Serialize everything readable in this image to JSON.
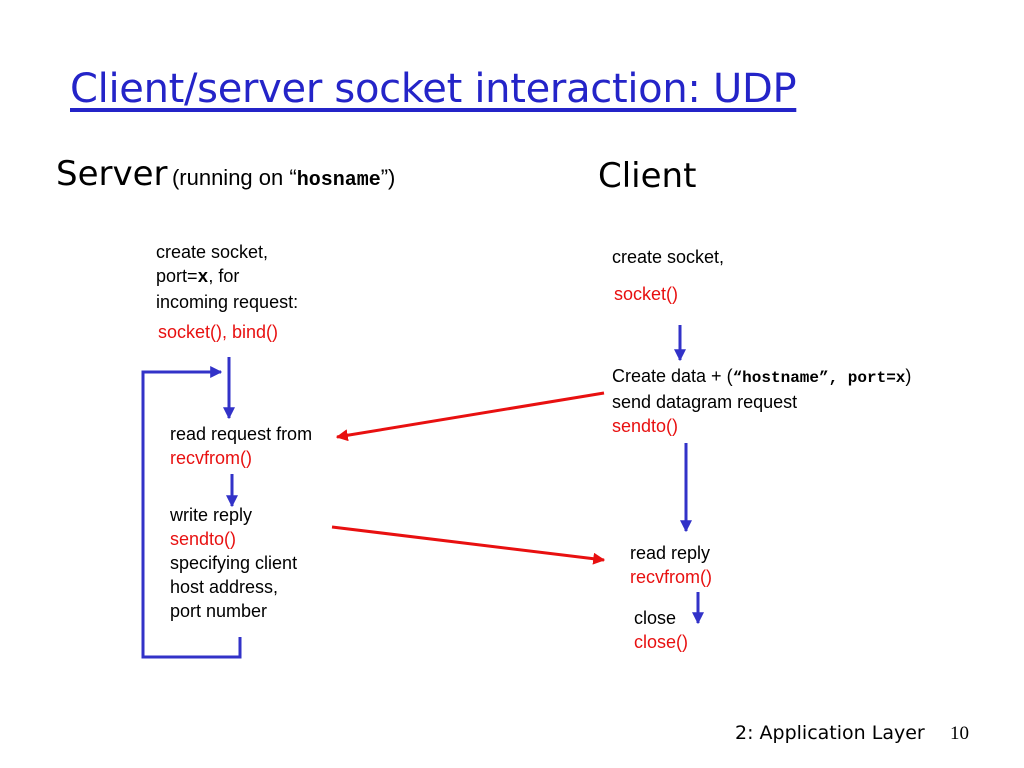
{
  "title": "Client/server socket interaction: UDP",
  "server": {
    "heading": "Server",
    "running_prefix": "(running on “",
    "host": "hosname",
    "running_suffix": "”)",
    "create_line1": "create socket,",
    "create_port_prefix": "port=",
    "create_port_var": "x",
    "create_port_suffix": ", for",
    "create_line3": "incoming request:",
    "create_call": "socket(), bind()",
    "read_label": "read request from",
    "read_call": "recvfrom()",
    "write_label": "write reply",
    "write_call": "sendto()",
    "write_detail1": "specifying client",
    "write_detail2": "host address,",
    "write_detail3": "port number"
  },
  "client": {
    "heading": "Client",
    "create_label": "create socket,",
    "create_call": "socket()",
    "data_prefix": "Create data + (",
    "data_args": "“hostname”, port=x",
    "data_suffix": ")",
    "send_label": "send datagram request",
    "send_call": "sendto()",
    "read_label": "read reply",
    "read_call": "recvfrom()",
    "close_label": "close",
    "close_call": "close()"
  },
  "footer": {
    "chapter": "2: Application Layer",
    "page": "10"
  },
  "colors": {
    "title": "#2424c8",
    "flow_arrow": "#3232c8",
    "message_arrow": "#e81010",
    "call_text": "#e81010"
  }
}
